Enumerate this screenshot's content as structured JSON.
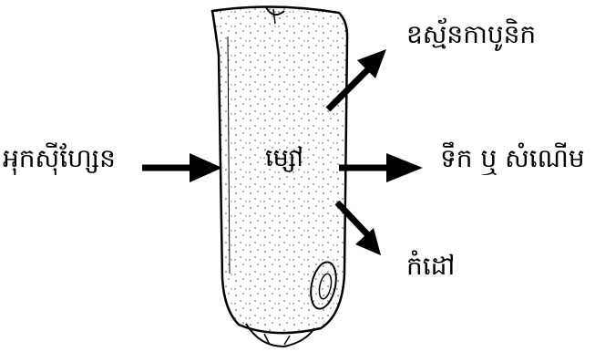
{
  "diagram": {
    "center_label": "ម្សៅ",
    "input": {
      "label": "អុកស៊ីហ្សែន"
    },
    "outputs": {
      "co2": "ឧស្ម័នកាបូនិក",
      "water": "ទឹក ឬ សំណើម",
      "heat": "កំដៅ"
    }
  }
}
